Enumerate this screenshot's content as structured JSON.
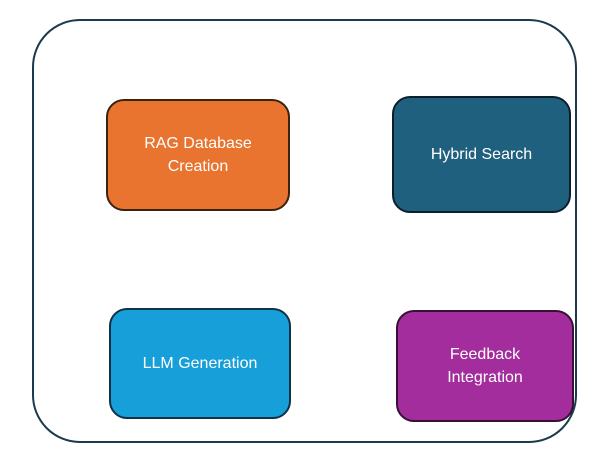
{
  "diagram": {
    "container": {
      "border_color": "#1b3a4e",
      "background": "#ffffff"
    },
    "nodes": [
      {
        "label": "RAG Database Creation",
        "fill": "#e8742f",
        "border": "#3a2310",
        "text_color": "#ffffff"
      },
      {
        "label": "Hybrid Search",
        "fill": "#20607f",
        "border": "#0c1f2d",
        "text_color": "#ffffff"
      },
      {
        "label": "LLM Generation",
        "fill": "#169fd9",
        "border": "#0e3346",
        "text_color": "#ffffff"
      },
      {
        "label": "Feedback Integration",
        "fill": "#a32d9c",
        "border": "#371035",
        "text_color": "#ffffff"
      }
    ]
  }
}
